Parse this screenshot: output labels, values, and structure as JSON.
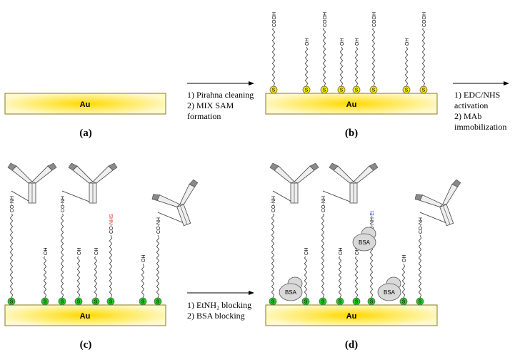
{
  "colors": {
    "gold_center": "#ffd800",
    "gold_edge": "#fff9cc",
    "thiol_yellow": "#f5e600",
    "thiol_green": "#22cc22",
    "nhs_red": "#e0201c",
    "et_blue": "#1a3fd0",
    "antibody_fill": "#eeeeee",
    "antibody_dark": "#8a8a8a",
    "bsa_fill": "#d9d9d9"
  },
  "substrate_label": "Au",
  "thiol_label": "S",
  "groups": {
    "cooh": "COOH",
    "oh": "OH",
    "amide": "CO-NH",
    "co": "CO-",
    "nhs": "NHS",
    "et": "Et",
    "bsa": "BSA"
  },
  "panels": {
    "a": "(a)",
    "b": "(b)",
    "c": "(c)",
    "d": "(d)"
  },
  "steps": {
    "step1": [
      "1) Pirahna cleaning",
      "2) MIX SAM",
      "formation"
    ],
    "step2": [
      "1) EDC/NHS",
      "activation",
      "2) MAb",
      "immobilization"
    ],
    "step3": [
      "1) EtNH₂ blocking",
      "2) BSA blocking"
    ]
  }
}
